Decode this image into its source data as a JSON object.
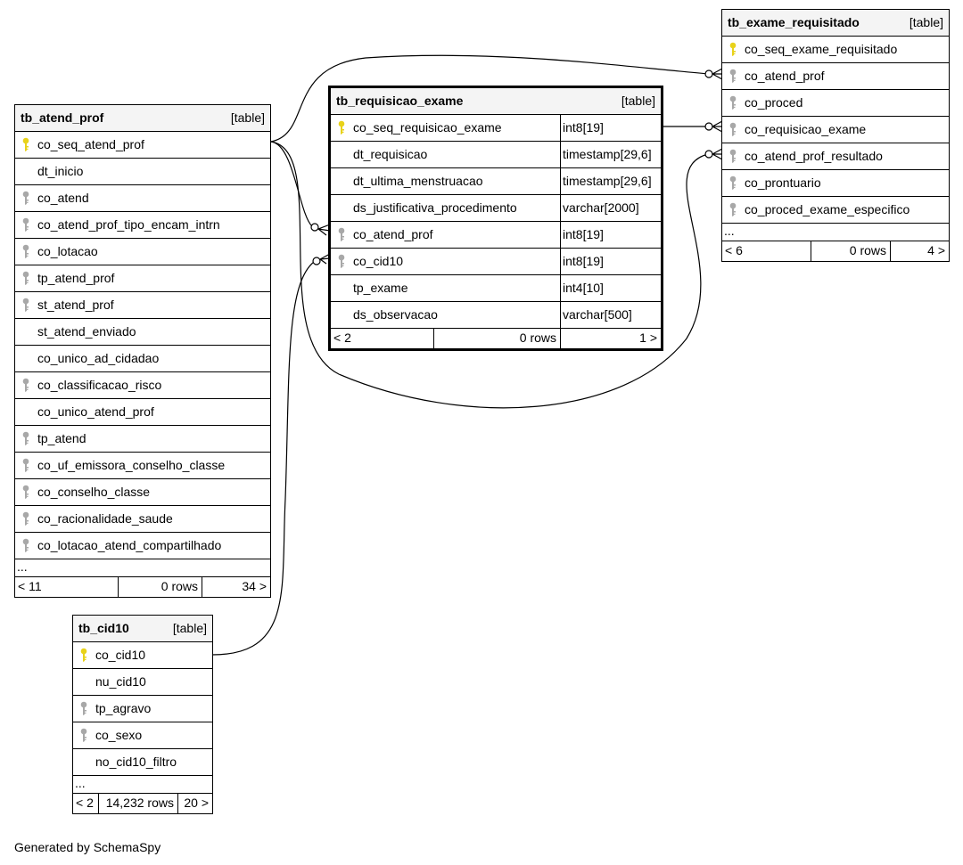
{
  "kind_label": "[table]",
  "footer": "Generated by SchemaSpy",
  "tables": {
    "atend_prof": {
      "name": "tb_atend_prof",
      "columns": [
        {
          "name": "co_seq_atend_prof",
          "key": "primary"
        },
        {
          "name": "dt_inicio",
          "key": "none"
        },
        {
          "name": "co_atend",
          "key": "foreign"
        },
        {
          "name": "co_atend_prof_tipo_encam_intrn",
          "key": "foreign"
        },
        {
          "name": "co_lotacao",
          "key": "foreign"
        },
        {
          "name": "tp_atend_prof",
          "key": "foreign"
        },
        {
          "name": "st_atend_prof",
          "key": "foreign"
        },
        {
          "name": "st_atend_enviado",
          "key": "none"
        },
        {
          "name": "co_unico_ad_cidadao",
          "key": "none"
        },
        {
          "name": "co_classificacao_risco",
          "key": "foreign"
        },
        {
          "name": "co_unico_atend_prof",
          "key": "none"
        },
        {
          "name": "tp_atend",
          "key": "foreign"
        },
        {
          "name": "co_uf_emissora_conselho_classe",
          "key": "foreign"
        },
        {
          "name": "co_conselho_classe",
          "key": "foreign"
        },
        {
          "name": "co_racionalidade_saude",
          "key": "foreign"
        },
        {
          "name": "co_lotacao_atend_compartilhado",
          "key": "foreign"
        }
      ],
      "ellipsis": "...",
      "parents": "< 11",
      "rows": "0 rows",
      "children": "34 >"
    },
    "requisicao_exame": {
      "name": "tb_requisicao_exame",
      "columns": [
        {
          "name": "co_seq_requisicao_exame",
          "type": "int8[19]",
          "key": "primary"
        },
        {
          "name": "dt_requisicao",
          "type": "timestamp[29,6]",
          "key": "none"
        },
        {
          "name": "dt_ultima_menstruacao",
          "type": "timestamp[29,6]",
          "key": "none"
        },
        {
          "name": "ds_justificativa_procedimento",
          "type": "varchar[2000]",
          "key": "none"
        },
        {
          "name": "co_atend_prof",
          "type": "int8[19]",
          "key": "foreign"
        },
        {
          "name": "co_cid10",
          "type": "int8[19]",
          "key": "foreign"
        },
        {
          "name": "tp_exame",
          "type": "int4[10]",
          "key": "none"
        },
        {
          "name": "ds_observacao",
          "type": "varchar[500]",
          "key": "none"
        }
      ],
      "parents": "< 2",
      "rows": "0 rows",
      "children": "1 >"
    },
    "exame_requisitado": {
      "name": "tb_exame_requisitado",
      "columns": [
        {
          "name": "co_seq_exame_requisitado",
          "key": "primary"
        },
        {
          "name": "co_atend_prof",
          "key": "foreign"
        },
        {
          "name": "co_proced",
          "key": "foreign"
        },
        {
          "name": "co_requisicao_exame",
          "key": "foreign"
        },
        {
          "name": "co_atend_prof_resultado",
          "key": "foreign"
        },
        {
          "name": "co_prontuario",
          "key": "foreign"
        },
        {
          "name": "co_proced_exame_especifico",
          "key": "foreign"
        }
      ],
      "ellipsis": "...",
      "parents": "< 6",
      "rows": "0 rows",
      "children": "4 >"
    },
    "cid10": {
      "name": "tb_cid10",
      "columns": [
        {
          "name": "co_cid10",
          "key": "primary"
        },
        {
          "name": "nu_cid10",
          "key": "none"
        },
        {
          "name": "tp_agravo",
          "key": "foreign"
        },
        {
          "name": "co_sexo",
          "key": "foreign"
        },
        {
          "name": "no_cid10_filtro",
          "key": "none"
        }
      ],
      "ellipsis": "...",
      "parents": "< 2",
      "rows": "14,232 rows",
      "children": "20 >"
    }
  },
  "colors": {
    "primary_key": "#e8d21a",
    "foreign_key": "#a8a8a8",
    "header_bg": "#f4f4f4",
    "line": "#000000"
  }
}
